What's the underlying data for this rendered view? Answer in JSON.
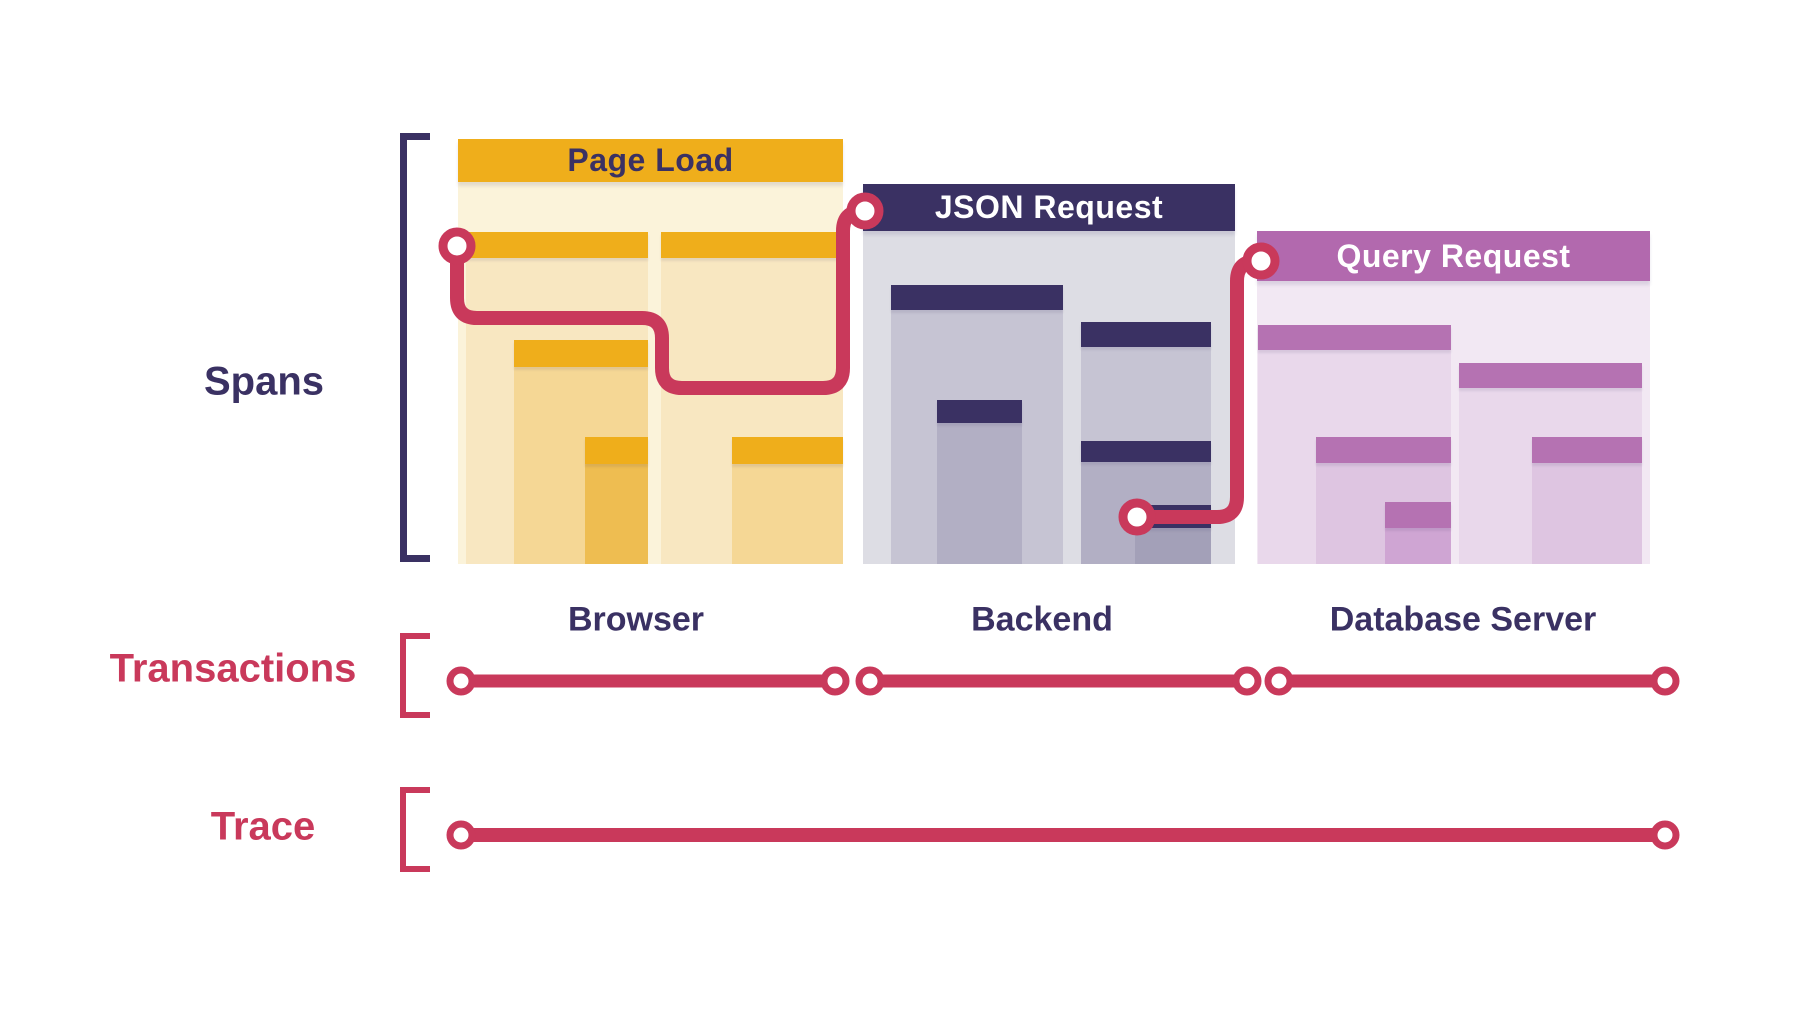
{
  "colors": {
    "navy": "#3a3163",
    "red": "#c9395b",
    "gold": "#efae1b",
    "mauve": "#b269ae",
    "mauve_sub": "#b572b2",
    "cream_body": "#fbf3da",
    "cream_1": "#f8e7c1",
    "cream_2": "#f5d795",
    "cream_3": "#eebd51",
    "gray_body": "#dddde4",
    "gray_1": "#c6c4d3",
    "gray_2": "#b2afc4",
    "gray_3": "#a3a0b8",
    "pink_body": "#f2e8f3",
    "pink_1": "#e9d8eb",
    "pink_2": "#dec5e1",
    "pink_3": "#cfa5d3"
  },
  "rows": {
    "spans_label": "Spans",
    "transactions_label": "Transactions",
    "trace_label": "Trace"
  },
  "panels": [
    {
      "title": "Page Load",
      "column_label": "Browser"
    },
    {
      "title": "JSON Request",
      "column_label": "Backend"
    },
    {
      "title": "Query Request",
      "column_label": "Database Server"
    }
  ]
}
